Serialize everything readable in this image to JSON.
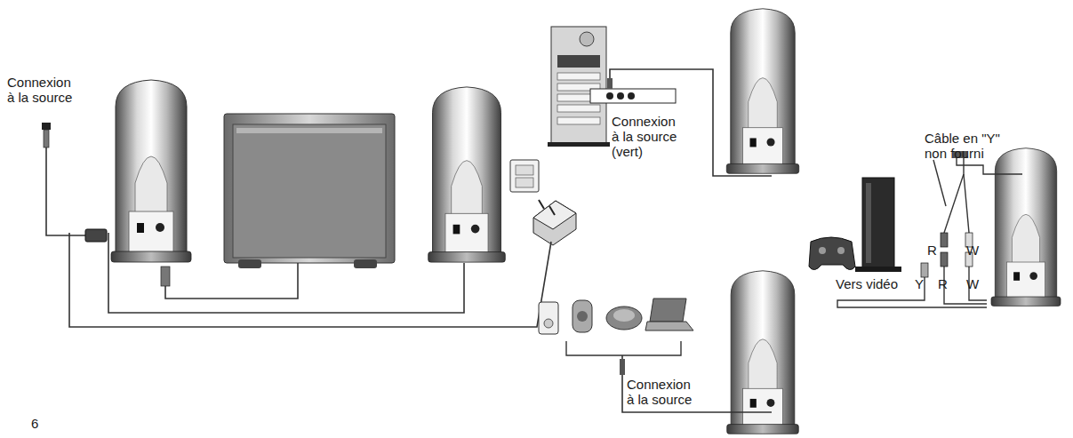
{
  "diagram": {
    "labels": [
      "Connexion à la source",
      "Connexion à la source (vert)",
      "Câble en \"Y\" non fourni",
      "R",
      "W",
      "Vers vidéo",
      "Y",
      "R",
      "W",
      "Connexion à la source",
      "6"
    ]
  }
}
